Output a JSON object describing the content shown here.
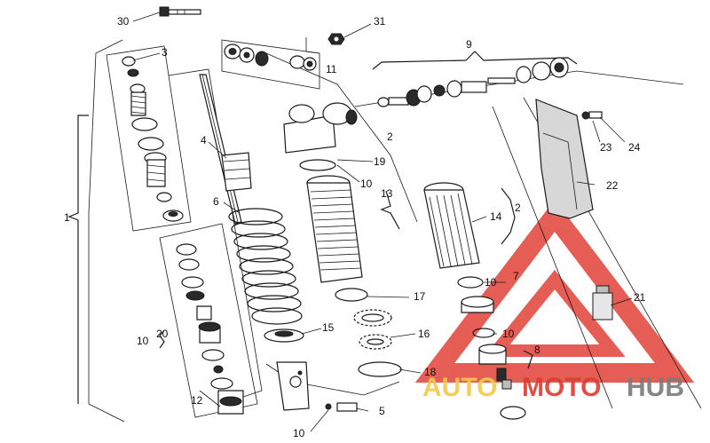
{
  "callouts": {
    "c30": "30",
    "c31": "31",
    "c3": "3",
    "c9": "9",
    "c11": "11",
    "c4": "4",
    "c2a": "2",
    "c19": "19",
    "c10a": "10",
    "c13": "13",
    "c6": "6",
    "c1": "1",
    "c14": "14",
    "c2b": "2",
    "c22": "22",
    "c23": "23",
    "c24": "24",
    "c21": "21",
    "c7": "7",
    "c10b": "10",
    "c17": "17",
    "c15": "15",
    "c16": "16",
    "c20": "20",
    "c10c": "10",
    "c10d": "10",
    "c8": "8",
    "c18": "18",
    "c12": "12",
    "c5": "5",
    "c10e": "10"
  },
  "watermark": {
    "part1": "AUTO",
    "part2": "MOTO",
    "part3": "HUB",
    "color_red": "#e03a2f",
    "color_yellow": "#f2c94c",
    "color_grey": "#7a7a7a"
  }
}
